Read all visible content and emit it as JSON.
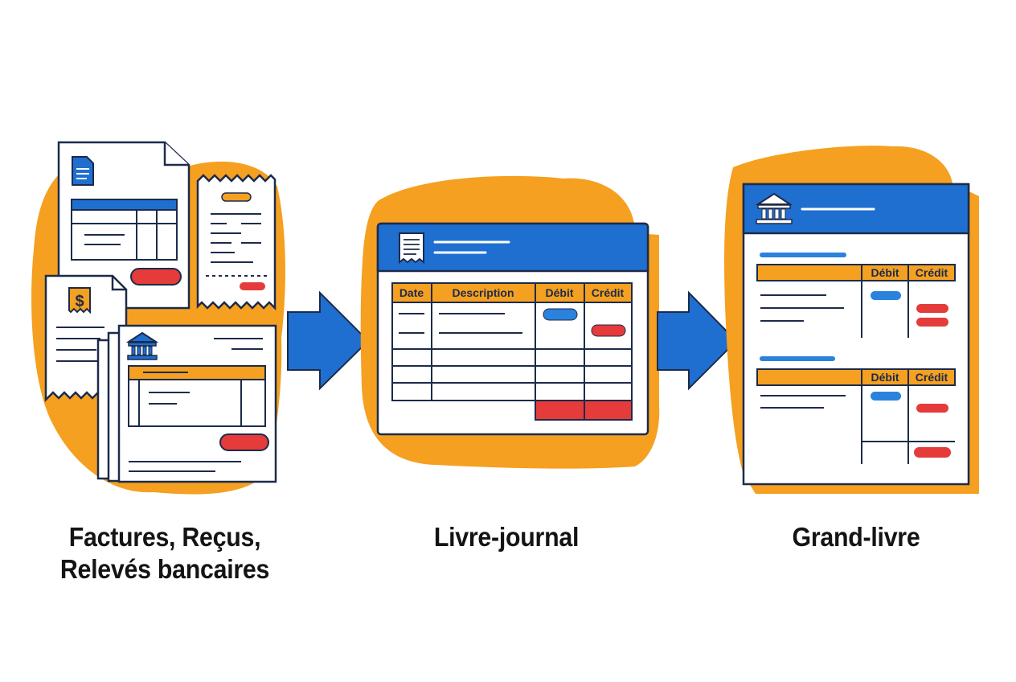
{
  "diagram": {
    "colors": {
      "accent_blue": "#1f6fd1",
      "accent_orange": "#f5a020",
      "debit_blue": "#2a82dc",
      "credit_red": "#e53b3b",
      "outline": "#1c2b4a",
      "paper": "#ffffff"
    },
    "source_documents": {
      "caption_line1": "Factures, Reçus,",
      "caption_line2": "Relevés bancaires",
      "icons": [
        "document-icon",
        "receipt-icon",
        "dollar-icon",
        "bank-icon"
      ]
    },
    "journal": {
      "caption": "Livre-journal",
      "columns": [
        "Date",
        "Description",
        "Débit",
        "Crédit"
      ],
      "icons": [
        "receipt-icon"
      ]
    },
    "ledger": {
      "caption": "Grand-livre",
      "account1_columns": [
        "Débit",
        "Crédit"
      ],
      "account2_columns": [
        "Débit",
        "Crédit"
      ],
      "icons": [
        "bank-icon"
      ]
    },
    "arrows": [
      "arrow-right-icon",
      "arrow-right-icon"
    ]
  }
}
